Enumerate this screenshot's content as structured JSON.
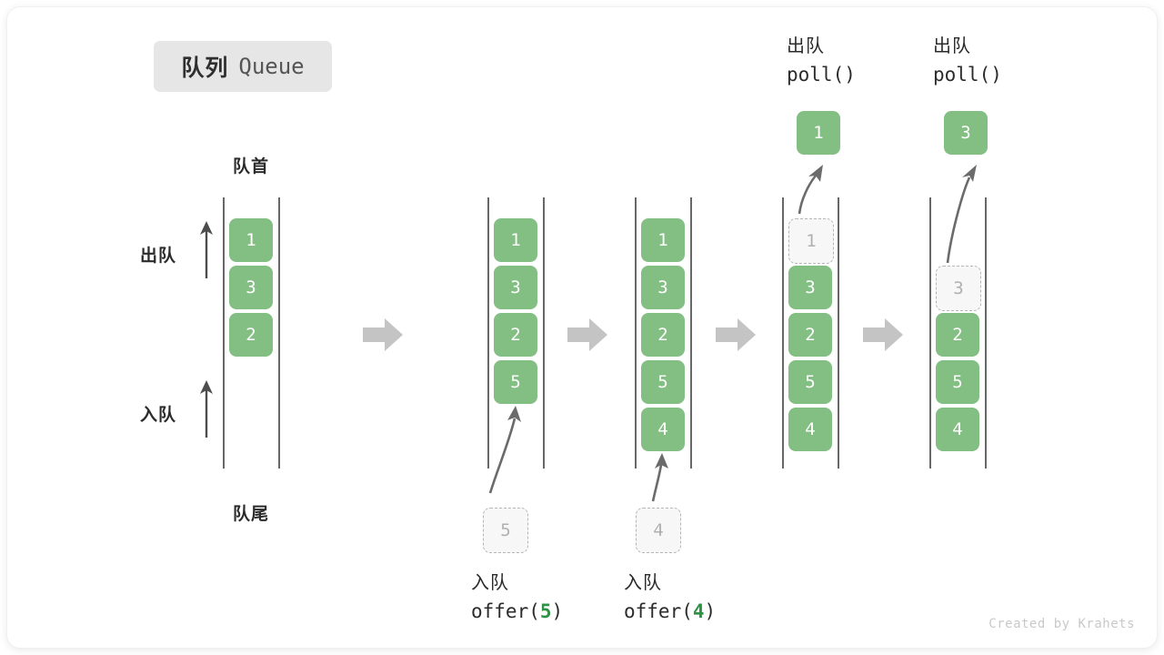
{
  "title": {
    "cn": "队列",
    "en": "Queue"
  },
  "labels": {
    "head": "队首",
    "tail": "队尾",
    "dequeue_arrow": "出队",
    "enqueue_arrow": "入队"
  },
  "colors": {
    "cell_fill": "#83bf83",
    "cell_text": "#ffffff",
    "ghost_fill": "#f7f7f7",
    "ghost_border": "#b6b6b6",
    "ghost_text": "#b0b0b0",
    "rail": "#4d4d4d",
    "block_arrow": "#c4c4c4",
    "badge_bg": "#e6e6e6",
    "highlight": "#2e9245",
    "watermark": "#c9c9c9"
  },
  "panels": [
    {
      "id": "initial",
      "cells": [
        {
          "value": "1",
          "state": "solid"
        },
        {
          "value": "3",
          "state": "solid"
        },
        {
          "value": "2",
          "state": "solid"
        }
      ],
      "caption_cn": "",
      "caption_code": ""
    },
    {
      "id": "offer-5",
      "cells": [
        {
          "value": "1",
          "state": "solid"
        },
        {
          "value": "3",
          "state": "solid"
        },
        {
          "value": "2",
          "state": "solid"
        },
        {
          "value": "5",
          "state": "solid"
        }
      ],
      "incoming": {
        "value": "5",
        "state": "ghost"
      },
      "caption_cn": "入队",
      "caption_code_pre": "offer(",
      "caption_code_hl": "5",
      "caption_code_post": ")"
    },
    {
      "id": "offer-4",
      "cells": [
        {
          "value": "1",
          "state": "solid"
        },
        {
          "value": "3",
          "state": "solid"
        },
        {
          "value": "2",
          "state": "solid"
        },
        {
          "value": "5",
          "state": "solid"
        },
        {
          "value": "4",
          "state": "solid"
        }
      ],
      "incoming": {
        "value": "4",
        "state": "ghost"
      },
      "caption_cn": "入队",
      "caption_code_pre": "offer(",
      "caption_code_hl": "4",
      "caption_code_post": ")"
    },
    {
      "id": "poll-1",
      "cells": [
        {
          "value": "1",
          "state": "ghost"
        },
        {
          "value": "3",
          "state": "solid"
        },
        {
          "value": "2",
          "state": "solid"
        },
        {
          "value": "5",
          "state": "solid"
        },
        {
          "value": "4",
          "state": "solid"
        }
      ],
      "outgoing": {
        "value": "1",
        "state": "solid"
      },
      "caption_cn": "出队",
      "caption_code": "poll()"
    },
    {
      "id": "poll-3",
      "cells": [
        {
          "value": "3",
          "state": "ghost"
        },
        {
          "value": "2",
          "state": "solid"
        },
        {
          "value": "5",
          "state": "solid"
        },
        {
          "value": "4",
          "state": "solid"
        }
      ],
      "outgoing": {
        "value": "3",
        "state": "solid"
      },
      "caption_cn": "出队",
      "caption_code": "poll()"
    }
  ],
  "watermark": "Created by Krahets"
}
